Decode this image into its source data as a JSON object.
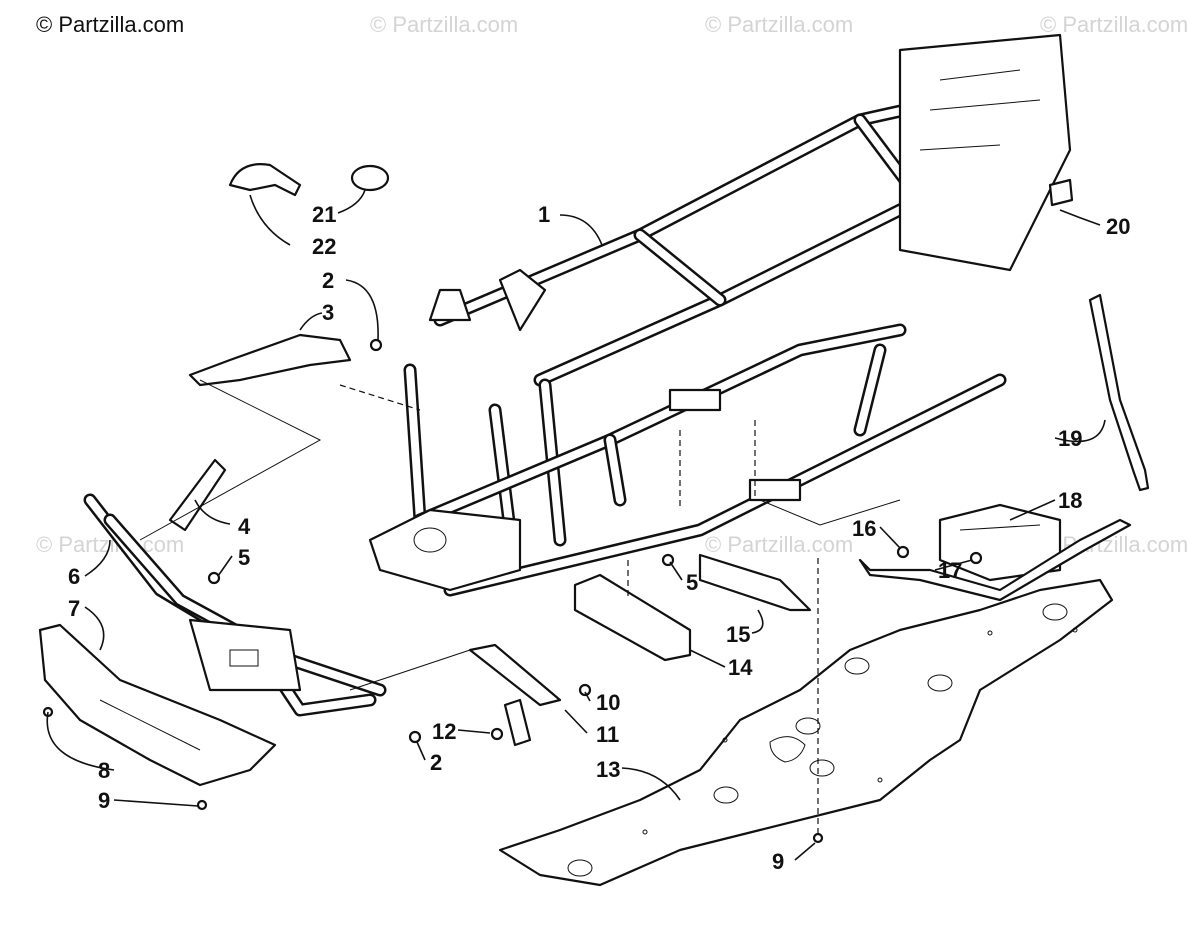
{
  "copyright": "© Partzilla.com",
  "watermarks": [
    "© Partzilla.com",
    "© Partzilla.com",
    "© Partzilla.com",
    "© Partzilla.com",
    "© Partzilla.com",
    "© Partzilla.com"
  ],
  "callouts": [
    "1",
    "20",
    "21",
    "22",
    "2",
    "3",
    "4",
    "5",
    "6",
    "7",
    "8",
    "9",
    "5",
    "16",
    "17",
    "18",
    "19",
    "15",
    "14",
    "10",
    "11",
    "12",
    "2",
    "13",
    "9"
  ]
}
